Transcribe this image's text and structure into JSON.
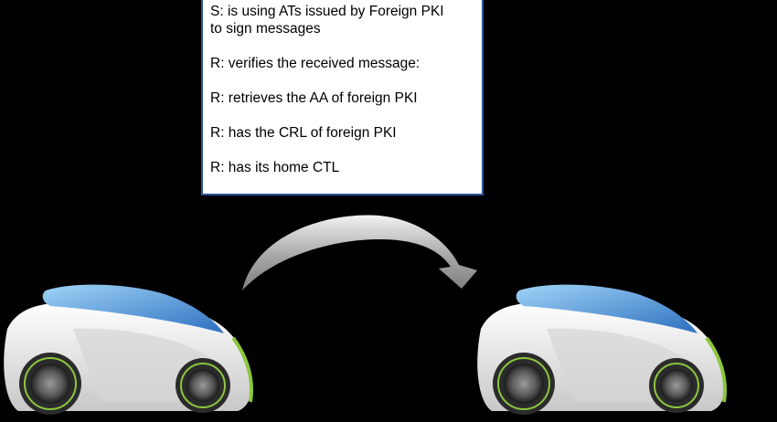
{
  "info_box": {
    "lines": [
      "S: is using ATs issued by Foreign PKI",
      "to sign messages",
      "R: verifies the received message:",
      "R: retrieves the AA of foreign PKI",
      "R: has the CRL of foreign PKI",
      "R: has its home CTL"
    ]
  },
  "colors": {
    "background": "#000000",
    "box_border": "#2f5496",
    "arrow": "#7f7f7f",
    "car_roof": "#4a90d9",
    "car_body": "#e6e6e6",
    "tire_ring": "#8dc63f"
  },
  "icons": {
    "sender_car": "car-icon",
    "receiver_car": "car-icon",
    "flow_arrow": "curved-arrow-icon"
  }
}
